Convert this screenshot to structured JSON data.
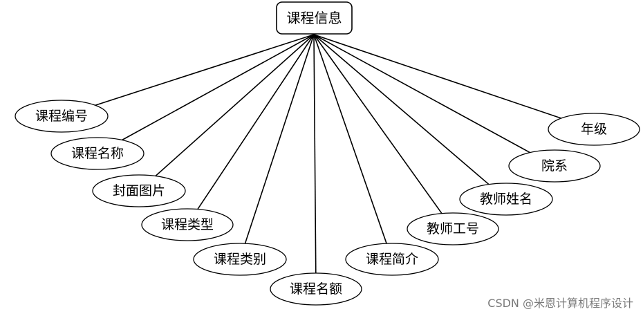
{
  "diagram": {
    "type": "er-attribute-diagram",
    "entity": "课程信息",
    "attributes": [
      "课程编号",
      "课程名称",
      "封面图片",
      "课程类型",
      "课程类别",
      "课程名额",
      "课程简介",
      "教师工号",
      "教师姓名",
      "院系",
      "年级"
    ]
  },
  "watermark": "CSDN @米恩计算机程序设计"
}
